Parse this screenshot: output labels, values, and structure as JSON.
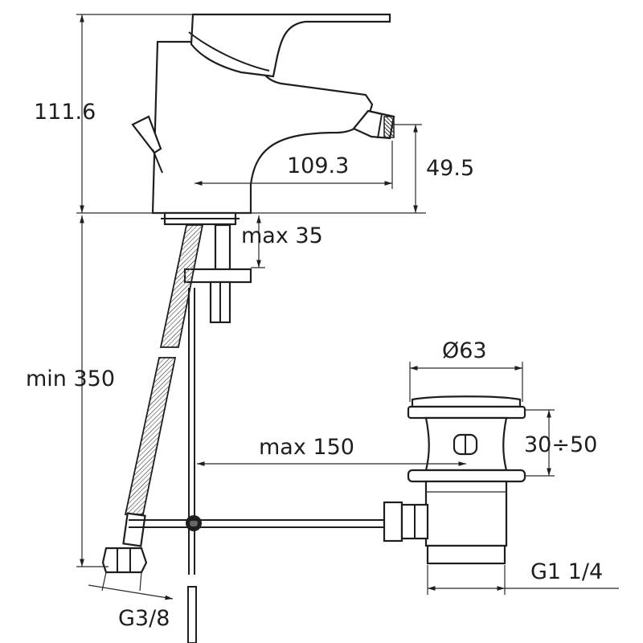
{
  "dimensions": {
    "total_height": "111.6",
    "spout_reach": "109.3",
    "spout_height": "49.5",
    "deck_thickness": "max 35",
    "hose_length": "min 350",
    "waste_offset": "max 150",
    "waste_diameter": "Ø63",
    "waste_height": "30÷50",
    "waste_thread": "G1 1/4",
    "hose_thread": "G3/8"
  }
}
